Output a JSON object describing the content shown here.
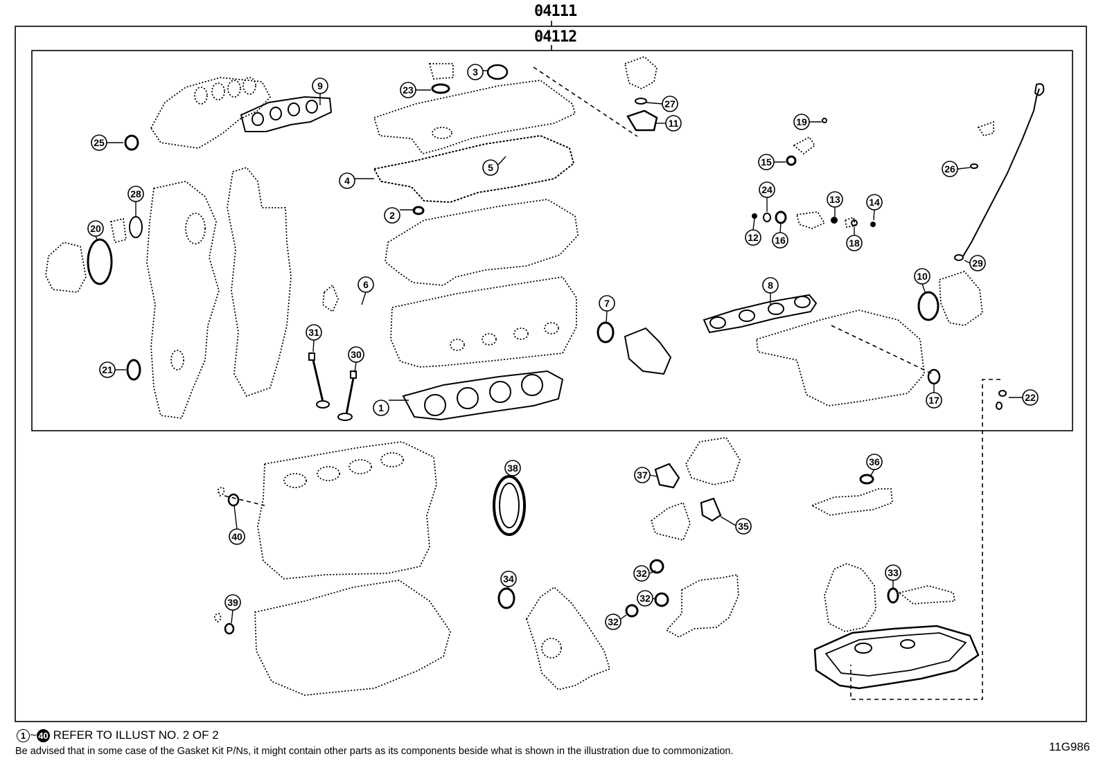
{
  "kits": {
    "outer": "04111",
    "inner": "04112"
  },
  "footer": {
    "range_start": "1",
    "range_end": "40",
    "range_sep": "~",
    "refer_text": "REFER TO ILLUST NO. 2 OF 2",
    "note": "Be advised that in some case of the Gasket Kit P/Ns,  it might contain other parts as its components beside what is shown in the illustration due to commonization.",
    "illustration_id": "11G986"
  },
  "parts": [
    "1",
    "2",
    "3",
    "4",
    "5",
    "6",
    "7",
    "8",
    "9",
    "10",
    "11",
    "12",
    "13",
    "14",
    "15",
    "16",
    "17",
    "18",
    "19",
    "20",
    "21",
    "22",
    "23",
    "24",
    "25",
    "26",
    "27",
    "28",
    "29",
    "30",
    "31",
    "32",
    "33",
    "34",
    "35",
    "36",
    "37",
    "38",
    "39",
    "40"
  ]
}
